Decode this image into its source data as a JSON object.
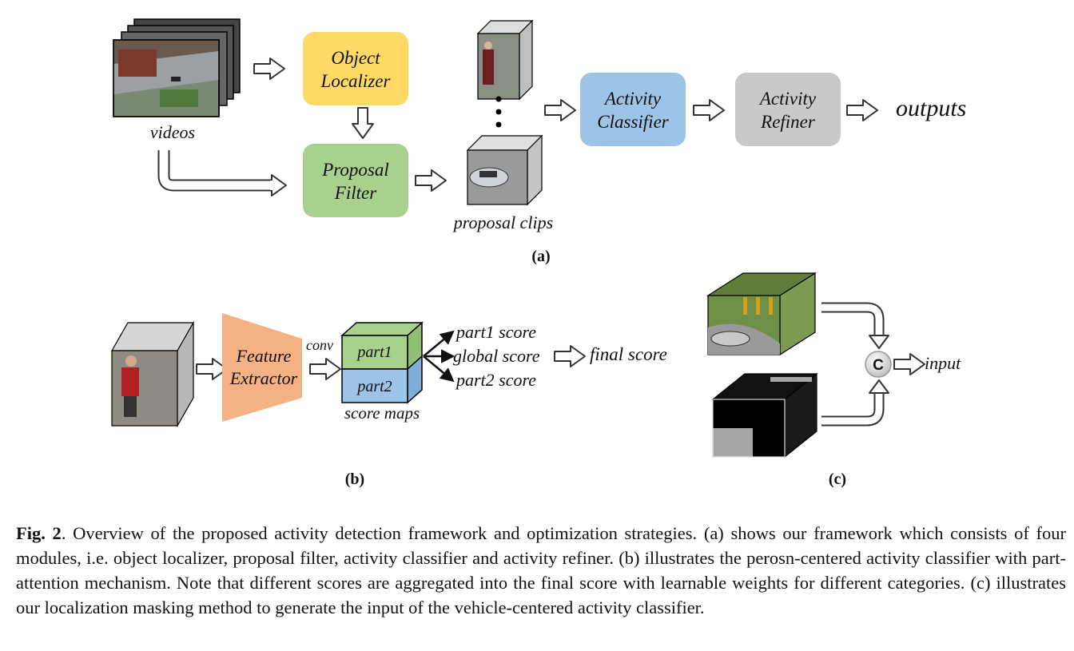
{
  "panel_a": {
    "input_label": "videos",
    "object_localizer": [
      "Object",
      "Localizer"
    ],
    "proposal_filter": [
      "Proposal",
      "Filter"
    ],
    "activity_classifier": [
      "Activity",
      "Classifier"
    ],
    "activity_refiner": [
      "Activity",
      "Refiner"
    ],
    "outputs_label": "outputs",
    "clips_label": "proposal clips",
    "panel_label": "(a)"
  },
  "panel_b": {
    "feature_extractor": [
      "Feature",
      "Extractor"
    ],
    "conv_label": "conv",
    "part1_label": "part1",
    "part2_label": "part2",
    "score_maps_label": "score maps",
    "part1_score": "part1 score",
    "global_score": "global score",
    "part2_score": "part2 score",
    "final_score": "final score",
    "panel_label": "(b)"
  },
  "panel_c": {
    "concat_symbol": "C",
    "input_label": "input",
    "panel_label": "(c)"
  },
  "caption": {
    "label": "Fig. 2",
    "text": ".   Overview of the proposed activity detection framework and optimization strategies. (a) shows our framework which consists of four modules, i.e. object localizer, proposal filter, activity classifier and activity refiner. (b) illustrates the perosn-centered activity classifier with part-attention mechanism. Note that different scores are aggregated into the final score with learnable weights for different categories. (c) illustrates our localization masking method to generate the input of the vehicle-centered activity classifier."
  },
  "colors": {
    "object_localizer": "#ffd966",
    "proposal_filter": "#a9d18e",
    "activity_classifier": "#9dc3e6",
    "activity_refiner": "#c9c9c9",
    "feature_extractor": "#f4b183",
    "part1": "#a9d18e",
    "part2": "#9dc3e6"
  }
}
